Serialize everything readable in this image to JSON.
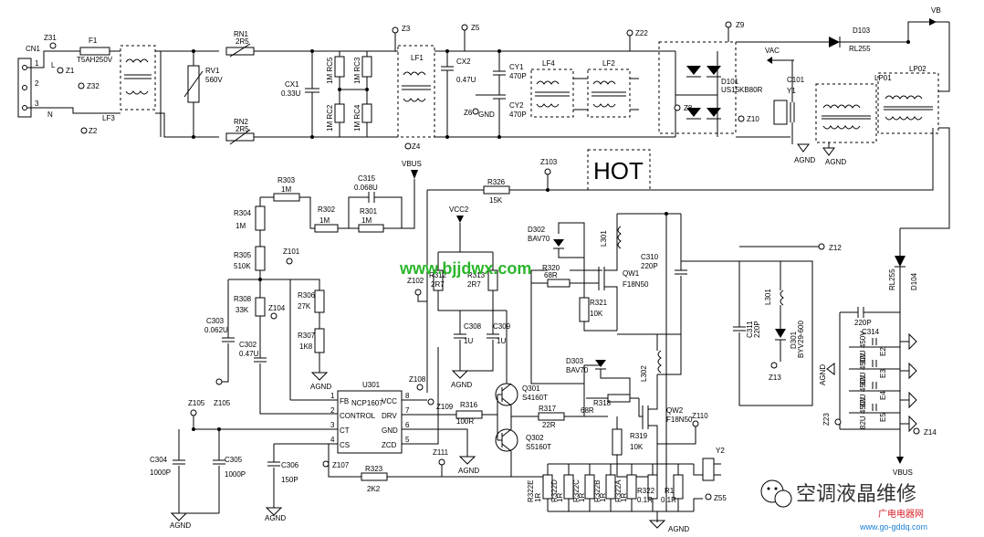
{
  "hot_label": "HOT",
  "watermark": "www.bjjdwx.com",
  "brand": {
    "name": "空调液晶维修",
    "site_a": "广电电器网",
    "site_b": "www.go-gddq.com"
  },
  "nets": {
    "vb": "VB",
    "vac": "VAC",
    "vbus_top": "VBUS",
    "vbus_out": "VBUS",
    "vcc2": "VCC2"
  },
  "ic": {
    "ref": "U301",
    "part": "NCP1607",
    "pins": [
      "FB",
      "CONTROL",
      "CT",
      "CS",
      "VCC",
      "DRV",
      "GND",
      "ZCD"
    ],
    "pin_numbers": [
      "1",
      "2",
      "3",
      "4",
      "8",
      "7",
      "6",
      "5"
    ]
  },
  "parts": {
    "cn1": "CN1",
    "cn_pins": [
      "1",
      "2",
      "3"
    ],
    "cn_l": "L",
    "cn_n": "N",
    "f1": "F1",
    "f1v": "T5AH250V",
    "z31": "Z31",
    "z1": "Z1",
    "z32": "Z32",
    "z2": "Z2",
    "lf3": "LF3",
    "rv1": "RV1",
    "rv1v": "560V",
    "rn1": "RN1",
    "rn1v": "2R5",
    "rn2": "RN2",
    "rn2v": "2R5",
    "cx1": "CX1",
    "cx1v": "0.33U",
    "rc5": "1M RC5",
    "rc2": "1M RC2",
    "rc3": "1M RC3",
    "rc4": "1M RC4",
    "z3": "Z3",
    "z4": "Z4",
    "z5": "Z5",
    "z6": "Z6",
    "z8": "Z8",
    "z9": "Z9",
    "z10": "Z10",
    "z22": "Z22",
    "lf1": "LF1",
    "cx2": "CX2",
    "cx2v": "0.47U",
    "gnd": "GND",
    "cy1": "CY1",
    "cy1v": "470P",
    "cy2": "CY2",
    "cy2v": "470P",
    "lf4": "LF4",
    "lf2": "LF2",
    "d101": "D101",
    "d101v": "US15KB80R",
    "d103": "D103",
    "d103v": "RL255",
    "c101": "C101",
    "y1": "Y1",
    "agnd1": "AGND",
    "agnd2": "AGND",
    "lp01": "LP01",
    "lp02": "LP02",
    "vbus": "VBUS",
    "r303": "R303",
    "r303v": "1M",
    "r304": "R304",
    "r304v": "1M",
    "r302": "R302",
    "r302v": "1M",
    "r301": "R301",
    "r301v": "1M",
    "c315": "C315",
    "c315v": "0.068U",
    "r326": "R326",
    "r326v": "15K",
    "z103": "Z103",
    "r305": "R305",
    "r305v": "510K",
    "z101": "Z101",
    "r308": "R308",
    "r308v": "33K",
    "z104": "Z104",
    "r306": "R306",
    "r306v": "27K",
    "r307": "R307",
    "r307v": "1K8",
    "agnd3": "AGND",
    "c303": "C303",
    "c303v": "0.062U",
    "c302": "C302",
    "c302v": "0.47U",
    "z105a": "Z105",
    "z105b": "Z105",
    "c304": "C304",
    "c304v": "1000P",
    "c305": "C305",
    "c305v": "1000P",
    "agnd4": "AGND",
    "c306": "C306",
    "c306v": "150P",
    "agnd5": "AGND",
    "z107": "Z107",
    "r323": "R323",
    "r323v": "2K2",
    "z102": "Z102",
    "z108": "Z108",
    "z109": "Z109",
    "z111": "Z111",
    "agnd6": "AGND",
    "r312": "R312",
    "r312v": "2R7",
    "r313": "R313",
    "r313v": "2R7",
    "c308": "C308",
    "c308v": "1U",
    "c309": "C309",
    "c309v": "1U",
    "agnd7": "AGND",
    "r316": "R316",
    "r316v": "100R",
    "q301": "Q301",
    "q301v": "S4160T",
    "q302": "Q302",
    "q302v": "S5160T",
    "r317": "R317",
    "r317v": "22R",
    "d302": "D302",
    "d302v": "BAV70",
    "r320": "R320",
    "r320v": "68R",
    "qw1": "QW1",
    "qw1v": "F18N50",
    "r321": "R321",
    "r321v": "10K",
    "d303": "D303",
    "d303v": "BAV70",
    "r318": "R318",
    "r318v": "68R",
    "qw2": "QW2",
    "qw2v": "F18N50",
    "r319": "R319",
    "r319v": "10K",
    "z110": "Z110",
    "l301": "L301",
    "c310": "C310",
    "c310v": "220P",
    "l302": "L302",
    "c311": "C311",
    "c311v": "220P",
    "d301": "D301",
    "d301v": "BYV29-600",
    "z12": "Z12",
    "z13": "Z13",
    "z14": "Z14",
    "z23": "Z23",
    "z55": "Z55",
    "d104": "D104",
    "d104v": "RL255",
    "c314": "C314",
    "c314v": "220P",
    "e2": "E2",
    "e3": "E3",
    "e4": "E4",
    "e5": "E5",
    "ev": "82U 450V",
    "agnd8": "AGND",
    "agnd9": "AGND",
    "r322e": "R322E",
    "r322d": "R322D",
    "r322c": "R322C",
    "r322b": "R322B",
    "r322a": "R322A",
    "r322": "R322",
    "r322v": "0.1R",
    "r1": "R1",
    "r1v": "0.1R",
    "rsv": "1R",
    "y2": "Y2"
  }
}
